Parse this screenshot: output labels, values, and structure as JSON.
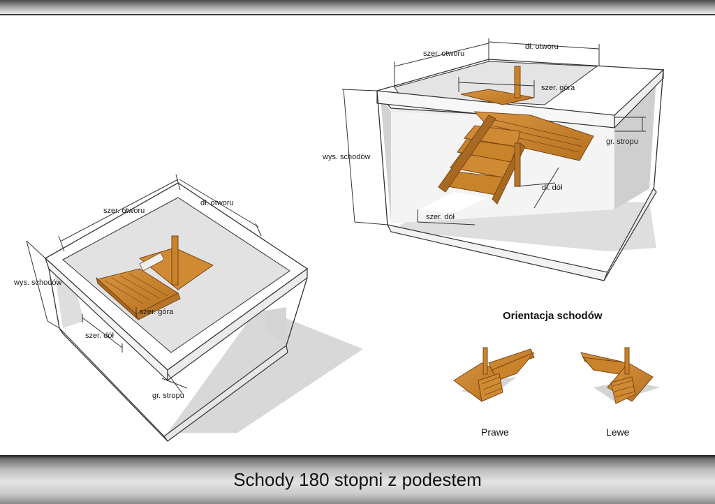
{
  "title": "Schody 180 stopni z podestem",
  "right_view": {
    "labels": {
      "szer_otworu": "szer. otworu",
      "dl_otworu": "dł. otworu",
      "szer_gora": "szer. góra",
      "wys_schodow": "wys. schodów",
      "gr_stropu": "gr. stropu",
      "dl_dol": "dł. dół",
      "szer_dol": "szer. dół"
    }
  },
  "left_view": {
    "labels": {
      "szer_otworu": "szer. otworu",
      "dl_otworu": "dł. otworu",
      "wys_schodow": "wys. schodów",
      "szer_gora": "szer. góra",
      "szer_dol": "szer. dół",
      "gr_stropu": "gr. stropu"
    }
  },
  "orientation": {
    "title": "Orientacja schodów",
    "right_label": "Prawe",
    "left_label": "Lewe"
  },
  "colors": {
    "wood": "#c9832b",
    "wood_dark": "#8a5316",
    "wall_shade": "#cfcfcf",
    "shadow": "#d9d9d9"
  }
}
